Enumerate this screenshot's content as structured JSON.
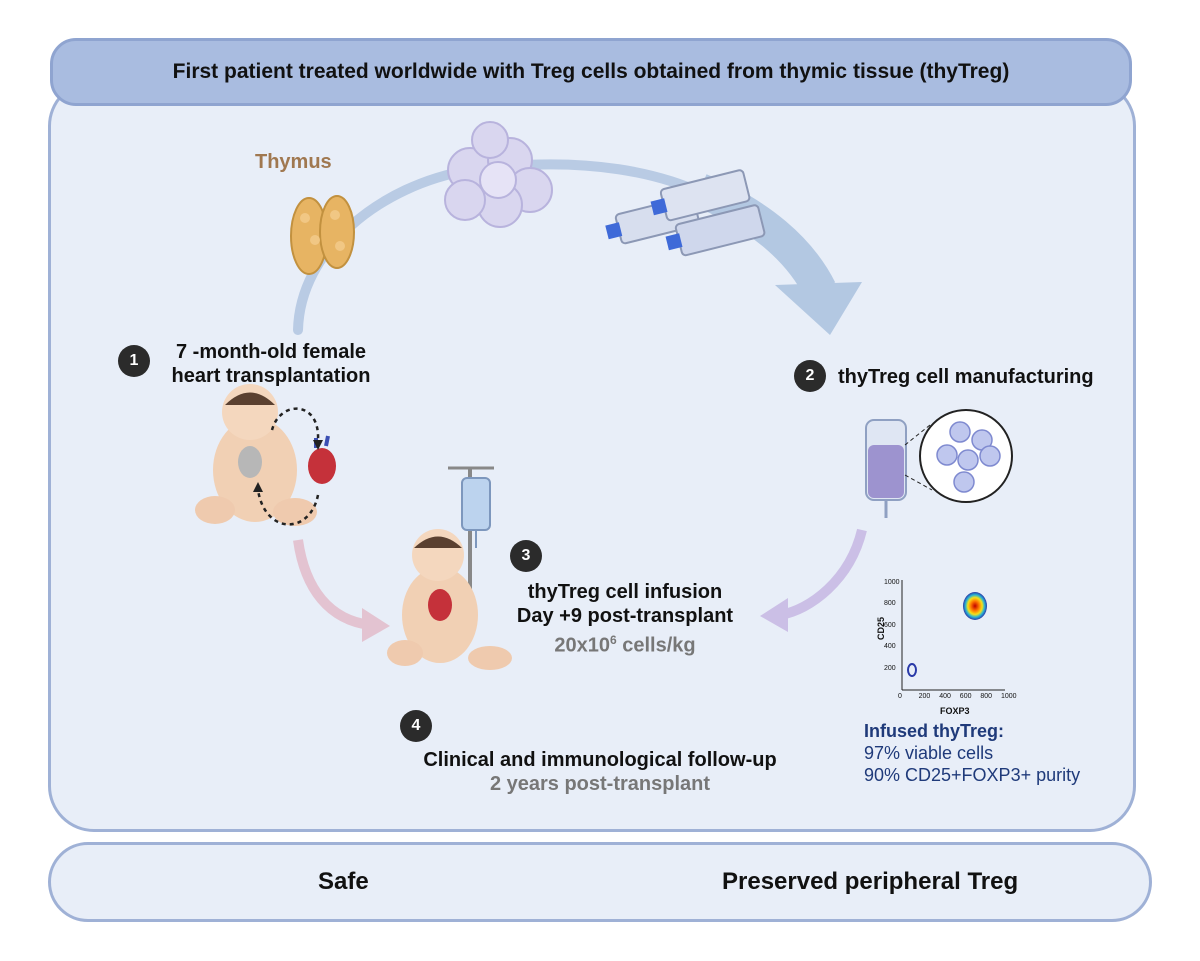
{
  "header": {
    "title": "First patient treated worldwide with Treg cells obtained from thymic tissue (thyTreg)"
  },
  "organ": {
    "label": "Thymus",
    "color": "#a07850"
  },
  "steps": [
    {
      "number": "1",
      "line1": "7 -month-old female",
      "line2": "heart transplantation"
    },
    {
      "number": "2",
      "line1": "thyTreg cell manufacturing"
    },
    {
      "number": "3",
      "line1": "thyTreg cell infusion",
      "line2": "Day +9 post-transplant",
      "dose_base": "20x10",
      "dose_exp": "6",
      "dose_unit": " cells/kg"
    },
    {
      "number": "4",
      "line1": "Clinical and immunological follow-up",
      "line2": "2 years post-transplant"
    }
  ],
  "flow_plot": {
    "ylabel": "CD25",
    "xlabel": "FOXP3",
    "ticks": [
      "0",
      "200",
      "400",
      "600",
      "800",
      "1000"
    ]
  },
  "infused": {
    "heading": "Infused thyTreg:",
    "viability": "97% viable cells",
    "purity": "90% CD25+FOXP3+ purity"
  },
  "outcomes": [
    {
      "label": "Safe",
      "icon": "checkmark-icon"
    },
    {
      "label": "Preserved peripheral Treg",
      "icon": "checkmark-icon"
    }
  ],
  "colors": {
    "panel_bg": "#e8eef8",
    "header_bg": "#a9bce0",
    "check_green": "#4e8a4a",
    "text_blue": "#1f3a7a"
  }
}
